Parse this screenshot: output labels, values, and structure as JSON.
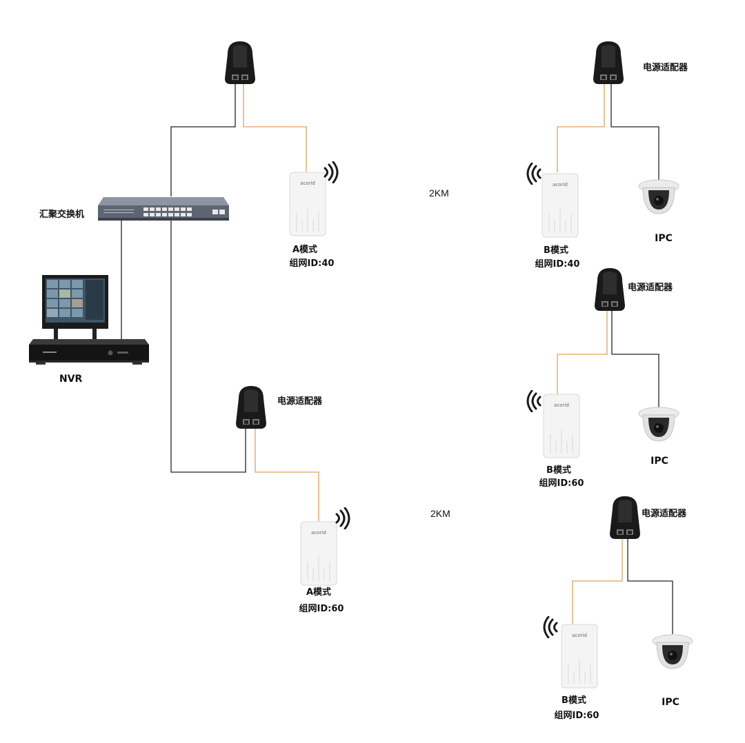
{
  "labels": {
    "switch": "汇聚交换机",
    "nvr": "NVR",
    "adapter": "电源适配器",
    "ipc": "IPC",
    "distance": "2KM",
    "mode_a": "A模式",
    "mode_b": "B模式",
    "net_id_40": "组网ID:40",
    "net_id_60": "组网ID:60",
    "brand": "ACORID"
  },
  "colors": {
    "ethernet_cable": "#222222",
    "poe_cable": "#e3a05a",
    "device_dark": "#1a1a1a",
    "bridge_body": "#f4f4f4"
  },
  "icons": [
    "power-adapter-icon",
    "wireless-bridge-icon",
    "wifi-signal-icon",
    "dome-camera-icon",
    "network-switch-icon",
    "nvr-icon",
    "monitor-icon"
  ]
}
